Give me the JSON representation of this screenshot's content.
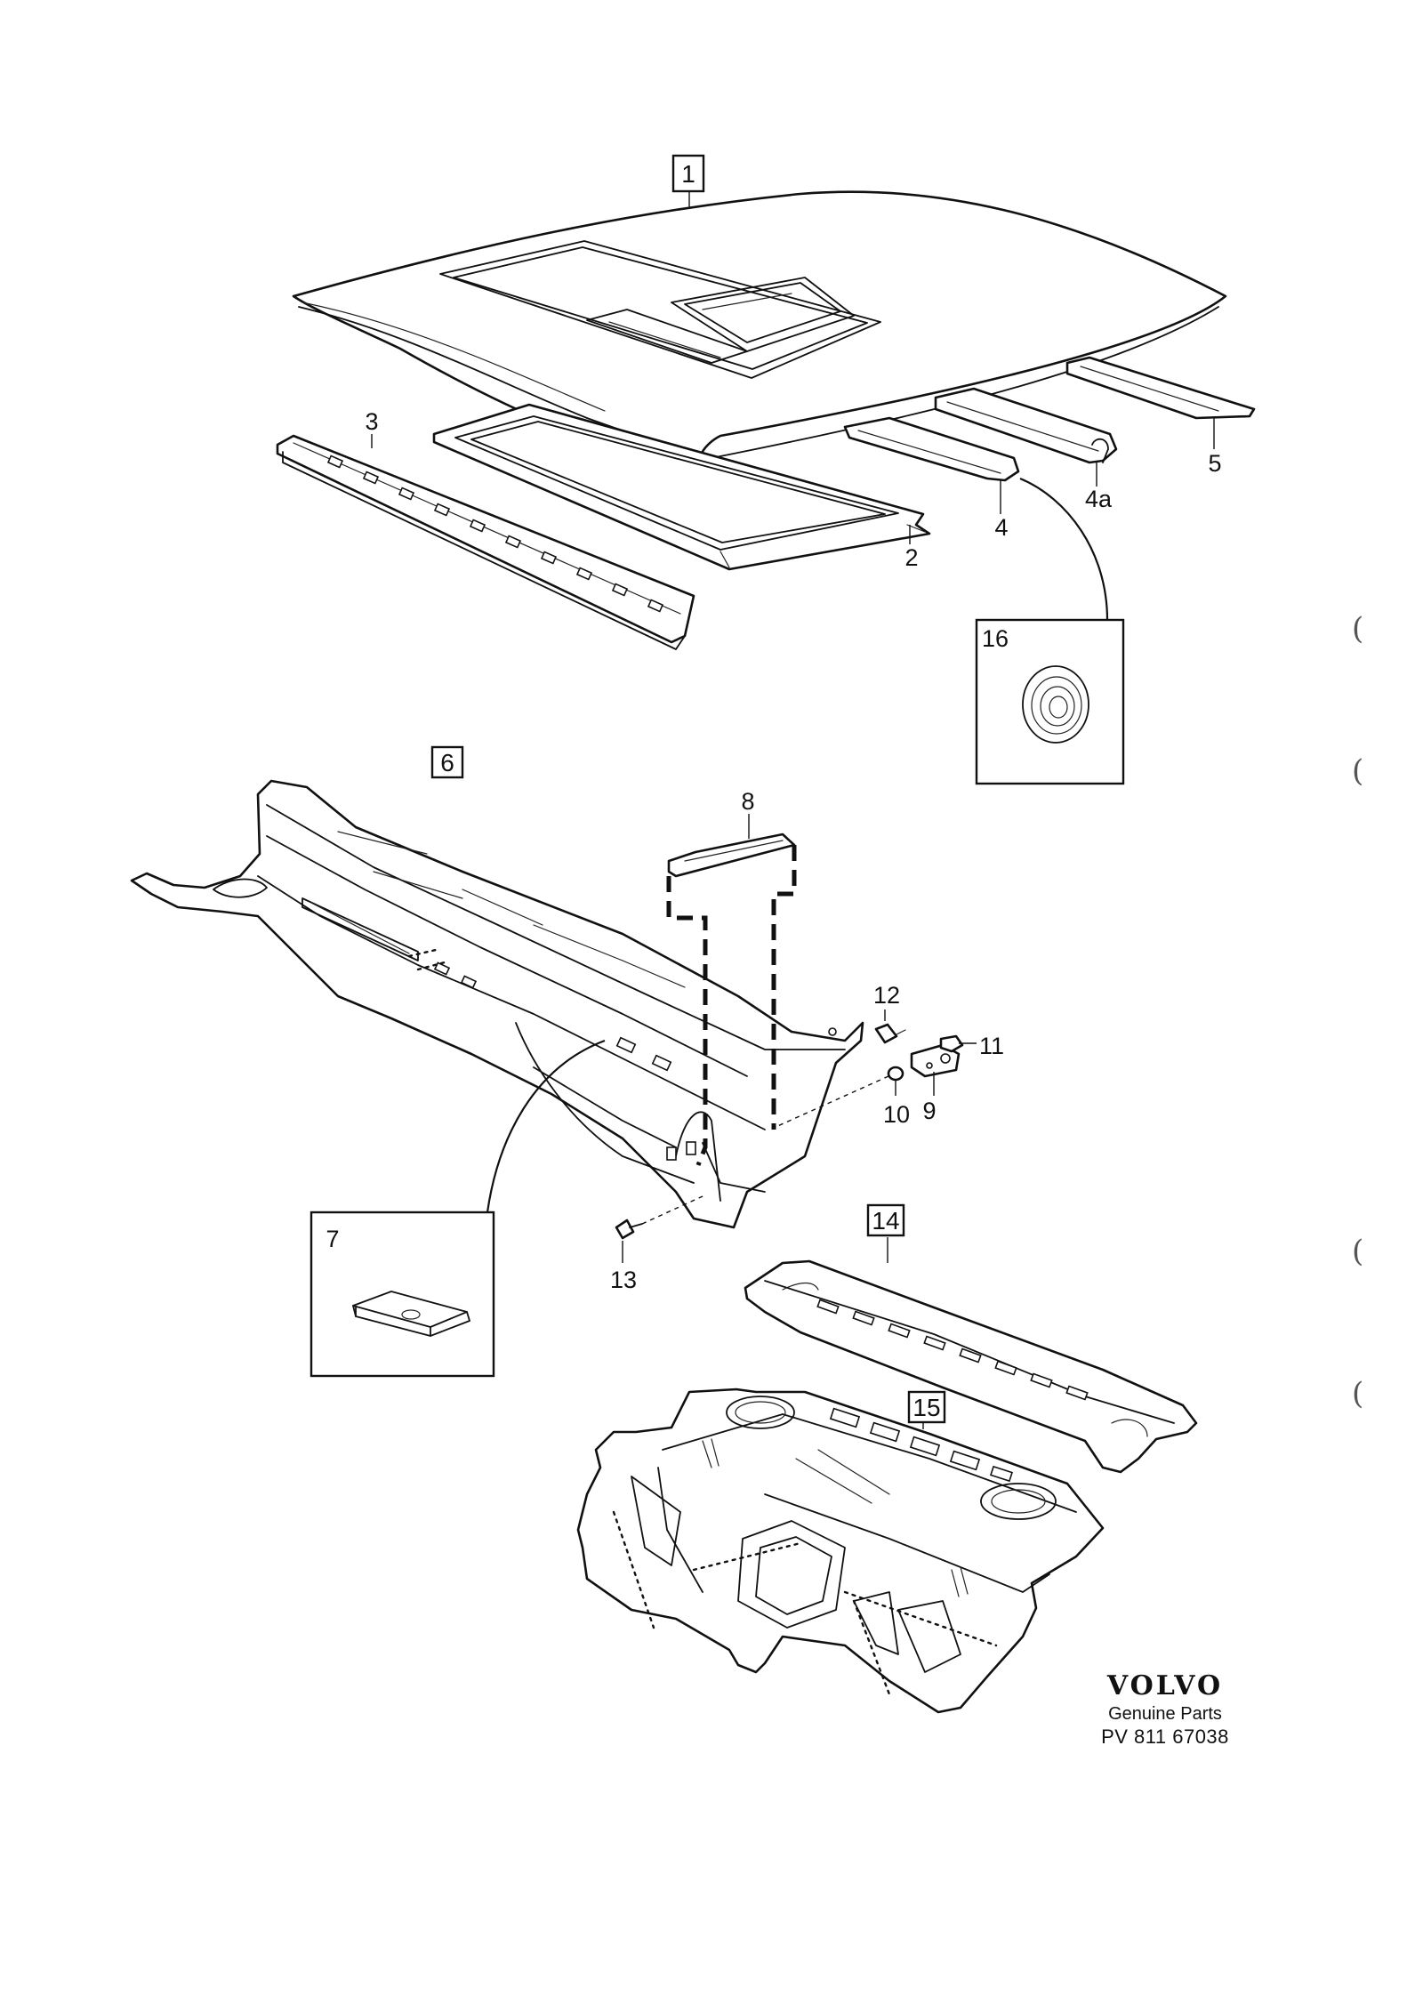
{
  "callouts": {
    "c1": "1",
    "c2": "2",
    "c3": "3",
    "c4": "4",
    "c4a": "4a",
    "c5": "5",
    "c6": "6",
    "c7": "7",
    "c8": "8",
    "c9": "9",
    "c10": "10",
    "c11": "11",
    "c12": "12",
    "c13": "13",
    "c14": "14",
    "c15": "15",
    "c16": "16"
  },
  "margin_marks": [
    "(",
    "(",
    "(",
    "("
  ],
  "brand": {
    "logo": "VOLVO",
    "tagline": "Genuine Parts",
    "reference": "PV 811 67038"
  }
}
